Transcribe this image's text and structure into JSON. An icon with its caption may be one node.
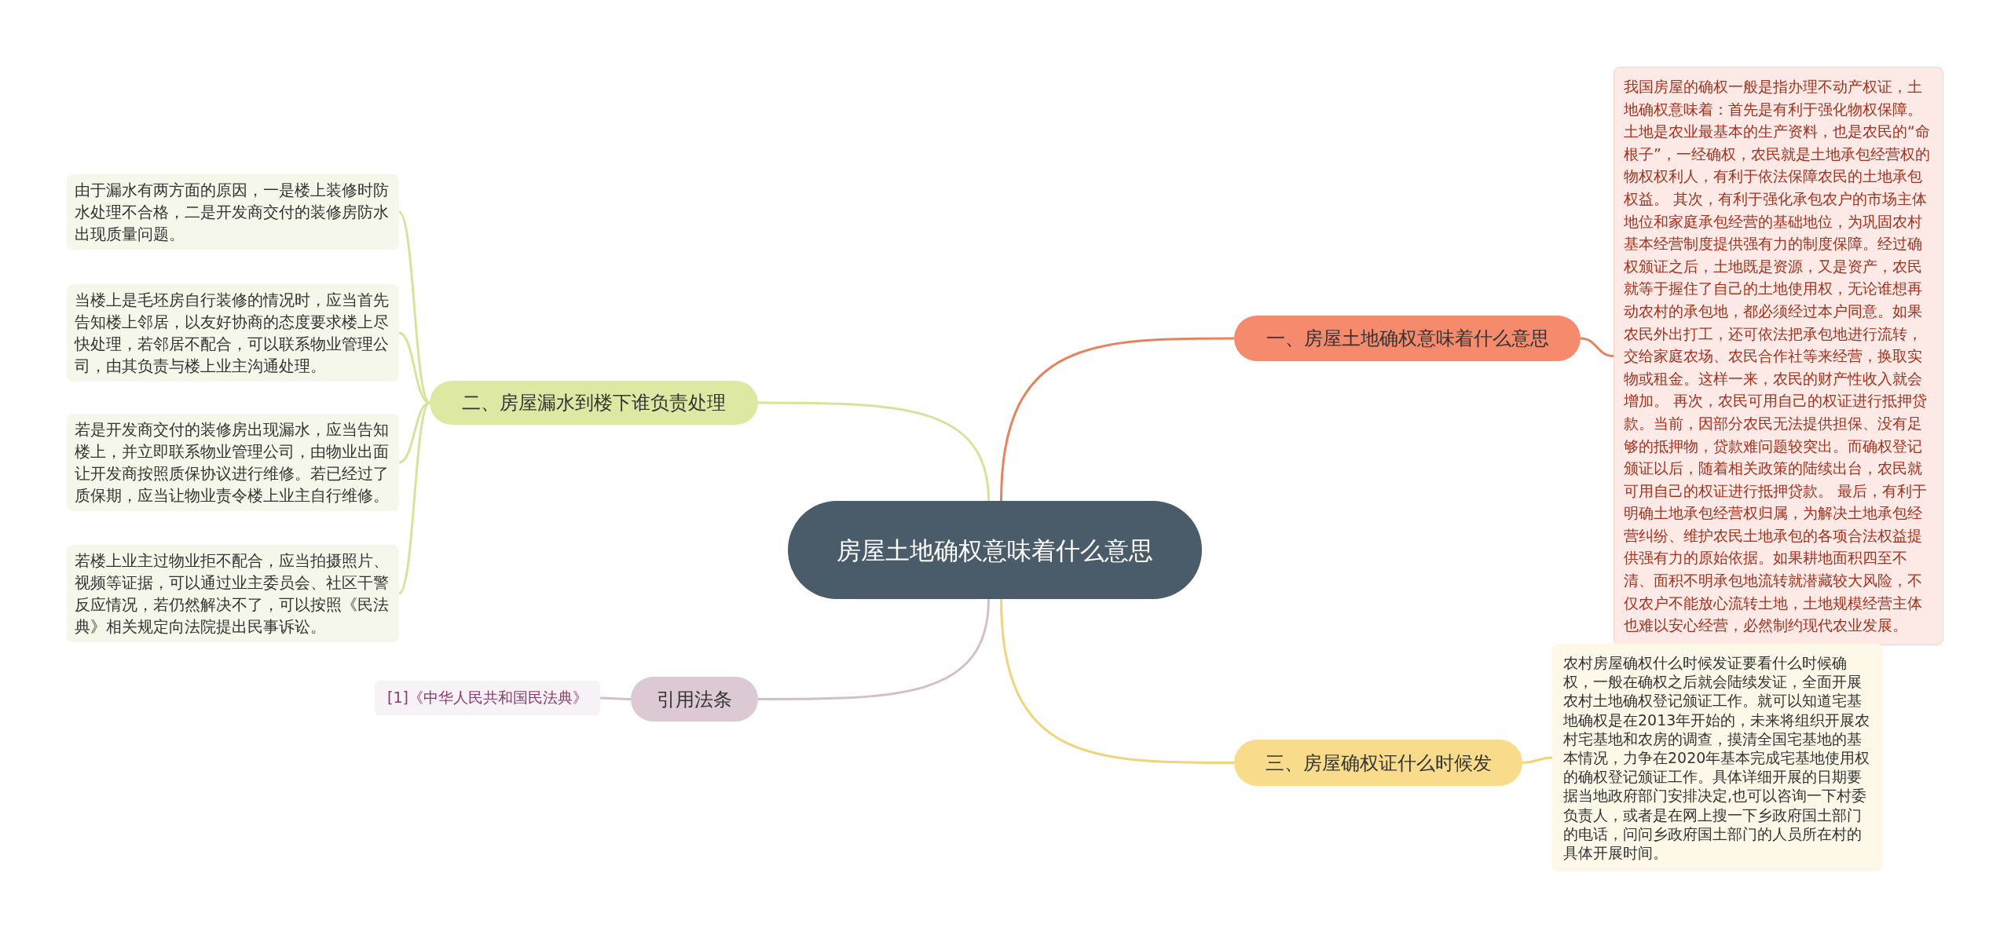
{
  "diagram": {
    "nodes": [
      {
        "text": [
          "房屋土地确权意味着什么意思"
        ]
      },
      {
        "text": [
          "一、房屋土地确权意味着什么意思"
        ]
      },
      {
        "text": [
          "我国房屋的确权一般是指办理不动产权证，土地确权意味着：首先是有利于强化物权保障。土地是农业最基本的生产资料，也是农民的“命根子”，一经确权，农民就是土地承包经营权的物权权利人，有利于依法保障农民的土地承包权益。 其次，有利于强化承包农户的市场主体地位和家庭承包经营的基础地位，为巩固农村基本经营制度提供强有力的制度保障。经过确权颁证之后，土地既是资源，又是资产，农民就等于握住了自己的土地使用权，无论谁想再动农村的承包地，都必须经过本户同意。如果农民外出打工，还可依法把承包地进行流转，交给家庭农场、农民合作社等来经营，换取实物或租金。这样一来，农民的财产性收入就会增加。 再次，农民可用自己的权证进行抵押贷款。当前，因部分农民无法提供担保、没有足够的抵押物，贷款难问题较突出。而确权登记颁证以后，随着相关政策的陆续出台，农民就可用自己的权证进行抵押贷款。 最后，有利于明确土地承包经营权归属，为解决土地承包经营纠纷、维护农民土地承包的各项合法权益提供强有力的原始依据。如果耕地面积四至不清、面积不明承包地流转就潜藏较大风险，不仅农户不能放心流转土地，土地规模经营主体也难以安心经营，必然制约现代农业发展。"
        ]
      },
      {
        "text": [
          "三、房屋确权证什么时候发"
        ]
      },
      {
        "text": [
          "农村房屋确权什么时候发证要看什么时候确权，一般在确权之后就会陆续发证，全面开展农村土地确权登记颁证工作。就可以知道宅基地确权是在2013年开始的，未来将组织开展农村宅基地和农房的调查，摸清全国宅基地的基本情况，力争在2020年基本完成宅基地使用权的确权登记颁证工作。具体详细开展的日期要据当地政府部门安排决定,也可以咨询一下村委负责人，或者是在网上搜一下乡政府国土部门的电话，问问乡政府国土部门的人员所在村的具体开展时间。"
        ]
      },
      {
        "text": [
          "二、房屋漏水到楼下谁负责处理"
        ]
      },
      {
        "text": [
          "由于漏水有两方面的原因，一是楼上装修时防水处理不合格，二是开发商交付的装修房防水出现质量问题。"
        ]
      },
      {
        "text": [
          "当楼上是毛坯房自行装修的情况时，应当首先告知楼上邻居，以友好协商的态度要求楼上尽快处理，若邻居不配合，可以联系物业管理公司，由其负责与楼上业主沟通处理。"
        ]
      },
      {
        "text": [
          "若是开发商交付的装修房出现漏水，应当告知楼上，并立即联系物业管理公司，由物业出面让开发商按照质保协议进行维修。若已经过了质保期，应当让物业责令楼上业主自行维修。"
        ]
      },
      {
        "text": [
          "若楼上业主过物业拒不配合，应当拍摄照片、视频等证据，可以通过业主委员会、社区干警反应情况，若仍然解决不了，可以按照《民法典》相关规定向法院提出民事诉讼。"
        ]
      },
      {
        "text": [
          "引用法条"
        ]
      },
      {
        "text": [
          "[1]《中华人民共和国民法典》"
        ]
      }
    ],
    "edges": [
      {
        "from": 0,
        "to": 1,
        "arrow": "none",
        "color": "#e8825e"
      },
      {
        "from": 1,
        "to": 2,
        "arrow": "none",
        "color": "#e8825e"
      },
      {
        "from": 0,
        "to": 3,
        "arrow": "none",
        "color": "#f0d47c"
      },
      {
        "from": 3,
        "to": 4,
        "arrow": "none",
        "color": "#f0d47c"
      },
      {
        "from": 0,
        "to": 5,
        "arrow": "none",
        "color": "#d5e49b"
      },
      {
        "from": 5,
        "to": 6,
        "arrow": "none",
        "color": "#d5e49b"
      },
      {
        "from": 5,
        "to": 7,
        "arrow": "none",
        "color": "#d5e49b"
      },
      {
        "from": 5,
        "to": 8,
        "arrow": "none",
        "color": "#d5e49b"
      },
      {
        "from": 5,
        "to": 9,
        "arrow": "none",
        "color": "#d5e49b"
      },
      {
        "from": 0,
        "to": 10,
        "arrow": "none",
        "color": "#d4bfc9"
      },
      {
        "from": 10,
        "to": 11,
        "arrow": "none",
        "color": "#d4bfc9"
      }
    ]
  }
}
